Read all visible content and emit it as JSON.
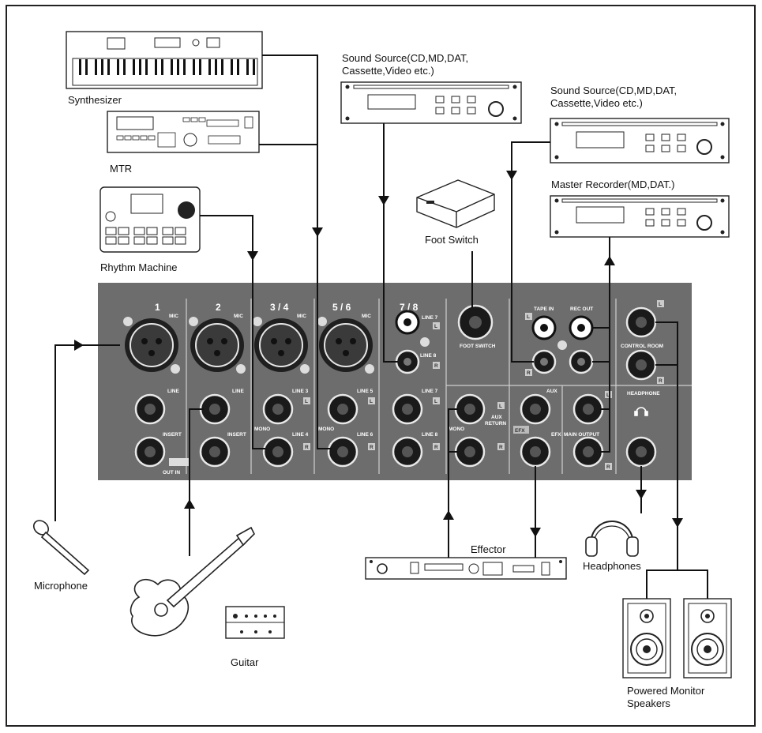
{
  "devices": {
    "synthesizer": "Synthesizer",
    "mtr": "MTR",
    "rhythm_machine": "Rhythm Machine",
    "sound_source_1": [
      "Sound Source(CD,MD,DAT,",
      "Cassette,Video etc.)"
    ],
    "sound_source_2": [
      "Sound Source(CD,MD,DAT,",
      "Cassette,Video etc.)"
    ],
    "master_recorder": "Master Recorder(MD,DAT.)",
    "foot_switch": "Foot Switch",
    "microphone": "Microphone",
    "guitar": "Guitar",
    "effector": "Effector",
    "headphones": "Headphones",
    "speakers": [
      "Powered Monitor",
      "Speakers"
    ]
  },
  "mixer": {
    "channels": [
      "1",
      "2",
      "3 / 4",
      "5 / 6",
      "7 / 8"
    ],
    "mic": "MIC",
    "line": "LINE",
    "insert": "INSERT",
    "mono": "MONO",
    "line3": "LINE 3",
    "line4": "LINE 4",
    "line5": "LINE 5",
    "line6": "LINE 6",
    "line7": "LINE 7",
    "line8": "LINE 8",
    "foot_switch": "FOOT SWITCH",
    "aux_return": [
      "AUX",
      "RETURN"
    ],
    "tape_in": "TAPE IN",
    "rec_out": "REC OUT",
    "aux": "AUX",
    "efx": "EFX",
    "efx_badge": "EFX",
    "main_output": "MAIN OUTPUT",
    "control_room": "CONTROL ROOM",
    "headphone": "HEADPHONE",
    "l": "L",
    "r": "R",
    "out_in": "OUT IN"
  },
  "colors": {
    "panel": "#6d6d6d",
    "ink": "#111111",
    "jack": "#2a2a2a"
  }
}
